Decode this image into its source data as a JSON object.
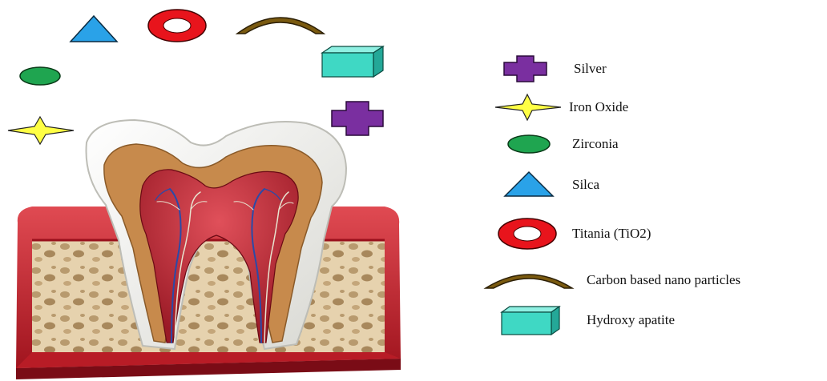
{
  "legend": [
    {
      "key": "silver",
      "label": "Silver",
      "color": "#7a2fa0",
      "icon": "plus-icon"
    },
    {
      "key": "iron-oxide",
      "label": "Iron Oxide",
      "color": "#ffff44",
      "icon": "four-point-star-icon"
    },
    {
      "key": "zirconia",
      "label": "Zirconia",
      "color": "#1fa550",
      "icon": "ellipse-icon"
    },
    {
      "key": "silica",
      "label": "Silca",
      "color": "#2aa2e8",
      "icon": "triangle-icon"
    },
    {
      "key": "titania",
      "label": "Titania  (TiO2)",
      "color": "#e8141c",
      "icon": "ring-icon"
    },
    {
      "key": "carbon",
      "label": "Carbon based nano particles",
      "color": "#7a5a10",
      "icon": "arc-icon"
    },
    {
      "key": "hydroxyapatite",
      "label": "Hydroxy apatite",
      "color": "#3fd8c4",
      "icon": "box-icon"
    }
  ],
  "illustration": {
    "subject": "tooth-cross-section",
    "colors": {
      "enamel": "#f2f2ee",
      "dentin": "#c78a4c",
      "pulp": "#c2303c",
      "gum": "#c8202c",
      "bone": "#e6d2ae",
      "nerve_blue": "#2a4aa8"
    }
  }
}
